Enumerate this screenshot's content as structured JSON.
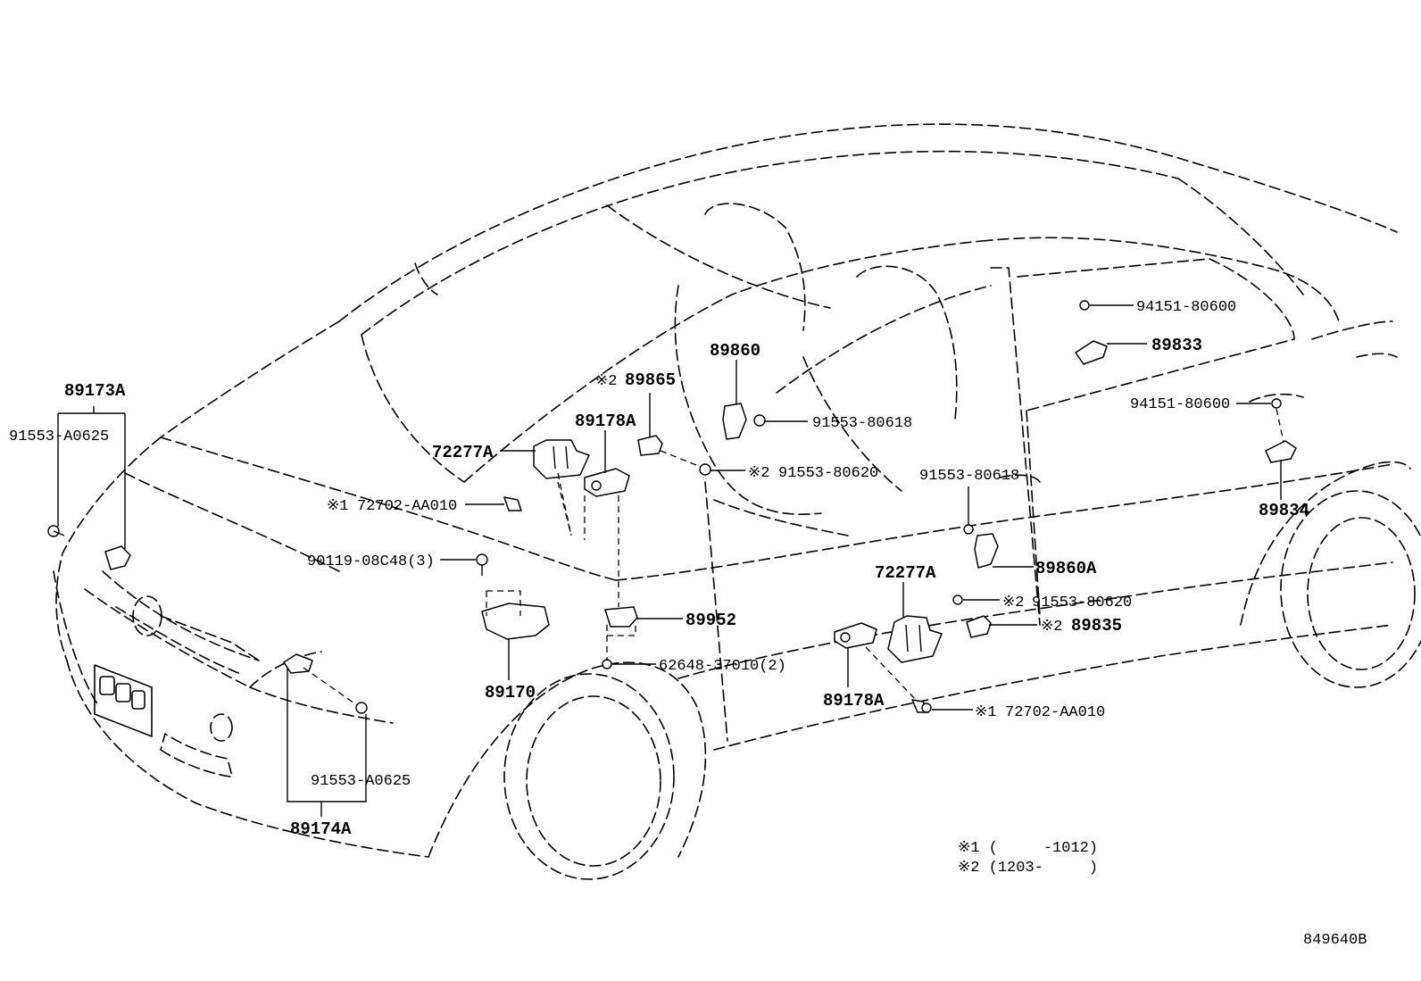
{
  "labels": {
    "p89173A": "89173A",
    "p91553A0625_top": "91553-A0625",
    "p89178A_top": "89178A",
    "p72277A_top": "72277A",
    "p89865": "89865",
    "p89865_mark": "※2",
    "p89860": "89860",
    "p72702AA010_top": "72702-AA010",
    "p72702AA010_top_mark": "※1",
    "p90119": "90119-08C48(3)",
    "p91553_80618_top": "91553-80618",
    "p91553_80620_top": "91553-80620",
    "p91553_80620_top_mark": "※2",
    "p94151_top": "94151-80600",
    "p89833": "89833",
    "p94151_bottom": "94151-80600",
    "p89834": "89834",
    "p91553_80618_bottom": "91553-80618",
    "p89860A": "89860A",
    "p72277A_bottom": "72277A",
    "p91553_80620_bottom": "91553-80620",
    "p91553_80620_bottom_mark": "※2",
    "p89835": "89835",
    "p89835_mark": "※2",
    "p89952": "89952",
    "p62648": "62648-37010(2)",
    "p89170": "89170",
    "p89178A_bottom": "89178A",
    "p72702AA010_bottom": "72702-AA010",
    "p72702AA010_bottom_mark": "※1",
    "p91553A0625_bottom": "91553-A0625",
    "p89174A": "89174A"
  },
  "notes": {
    "note1": "※1 (     -1012)",
    "note2": "※2 (1203-     )"
  },
  "diagram_code": "849640B"
}
